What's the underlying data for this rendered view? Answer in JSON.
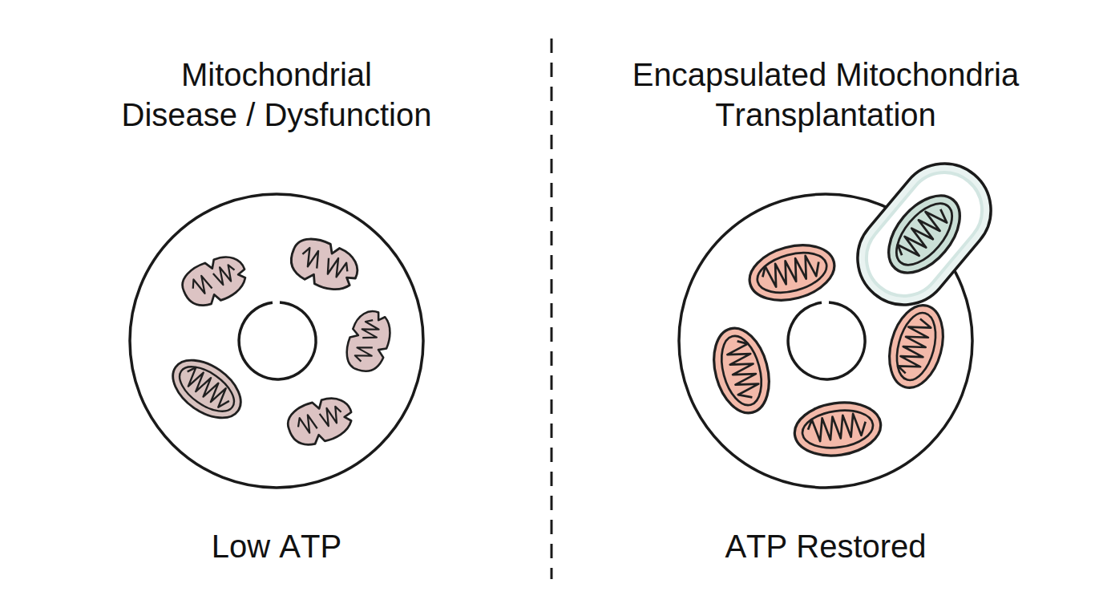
{
  "diagram": {
    "labels": [
      "Mitochondrial Disease / Dysfunction",
      "Encapsulated Mitochondria Transplantation",
      "Low ATP",
      "ATP Restored"
    ]
  }
}
